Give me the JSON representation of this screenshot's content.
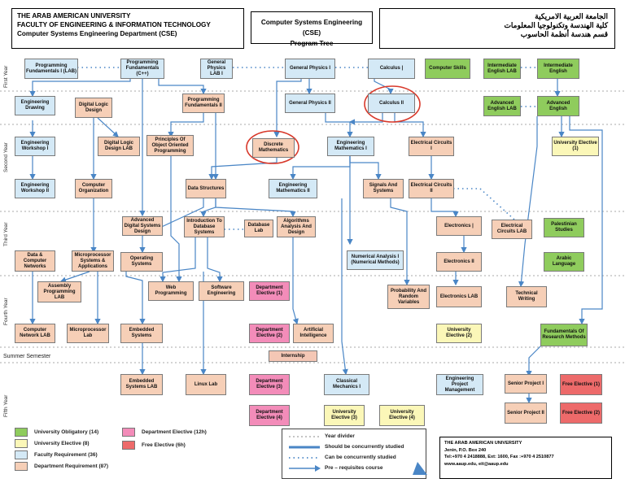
{
  "header": {
    "left_line1": "THE ARAB AMERICAN UNIVERSITY",
    "left_line2": "FACULTY OF ENGINEERING & INFORMATION TECHNOLOGY",
    "left_line3": "Computer Systems Engineering Department (CSE)",
    "mid_line1": "Computer Systems Engineering (CSE)",
    "mid_line2": "Program Tree",
    "right_line1": "الجامعة العربية الامريكية",
    "right_line2": "كلية الهندسة وتكنولوجيا المعلومات",
    "right_line3": "قسم هندسة أنظمة الحاسوب"
  },
  "years": {
    "first": "First Year",
    "second": "Second Year",
    "third": "Third Year",
    "fourth": "Fourth Year",
    "summer": "Summer Semester",
    "fifth": "Fifth Year"
  },
  "courses": {
    "prog1lab": "Programming Fundamentals I (LAB)",
    "prog1": "Programming Fundamentals (C++)",
    "phys1lab": "General Physics LAB I",
    "phys1": "General Physics I",
    "calc1": "Calculus |",
    "compskills": "Computer Skills",
    "englab1": "Intermediate English LAB",
    "eng1": "Intermediate English",
    "engdraw": "Engineering Drawing",
    "dld": "Digital Logic Design",
    "prog2": "Programming Fundamentals II",
    "phys2": "General Physics II",
    "calc2": "Calculus II",
    "advenglab": "Advanced English LAB",
    "adveng": "Advanced English",
    "ws1": "Engineering Workshop I",
    "dldlab": "Digital Logic Design LAB",
    "oop": "Principles Of Object Oriented Programming",
    "discrete": "Discrete Mathematics",
    "engmath1": "Engineering Mathematics I",
    "circ1": "Electrical Circuits I",
    "unielec1": "University Elective (1)",
    "ws2": "Engineering Workshop II",
    "comporg": "Computer Organization",
    "ds": "Data Structures",
    "engmath2": "Engineering Mathematics II",
    "signals": "Signals And Systems",
    "circ2": "Electrical Circuits II",
    "adv_dsd": "Advanced Digital Systems Design",
    "introdb": "Introduction To Database Systems",
    "dblab": "Database Lab",
    "algo": "Algorithms Analysis And Design",
    "electronics1": "Electronics |",
    "circlab": "Electrical Circuits LAB",
    "palestinian": "Palestinian Studies",
    "datacomm": "Data & Computer Networks",
    "micro": "Microprocessor Systems & Applications",
    "os": "Operating Systems",
    "numerical": "Numerical Analysis I (Numerical Methods)",
    "electronics2": "Electronics II",
    "arabic": "Arabic Language",
    "asm": "Assembly Programming LAB",
    "web": "Web Programming",
    "swe": "Software Engineering",
    "delec1": "Department Elective (1)",
    "prob": "Probability And Random Variables",
    "electlab": "Electronics LAB",
    "techwrite": "Technical Writing",
    "netlab": "Computer Network LAB",
    "microlab": "Microprocessor Lab",
    "embedded": "Embedded Systems",
    "delec2": "Department Elective (2)",
    "ai": "Artificial Intelligence",
    "unielec2": "University Elective (2)",
    "research": "Fundamentals Of Research Methods",
    "internship": "Internship",
    "embeddedlab": "Embedded Systems LAB",
    "linuxlab": "Linux Lab",
    "delec3": "Department Elective (3)",
    "classical": "Classical Mechanics I",
    "epm": "Engineering Project Management",
    "senior1": "Senior Project I",
    "freeelec1": "Free Elective (1)",
    "delec4": "Department Elective (4)",
    "unielec3": "University Elective (3)",
    "unielec4": "University Elective (4)",
    "senior2": "Senior Project II",
    "freeelec2": "Free Elective (2)"
  },
  "legend": {
    "uob": "University Obligatory (14)",
    "uel": "University Elective (8)",
    "fac": "Faculty Requirement (36)",
    "dep": "Department Requirement (87)",
    "delec": "Department Elective (12h)",
    "fre": "Free Elective (6h)"
  },
  "key": {
    "divider": "Year divider",
    "concurrent": "Should be concurrently studied",
    "can_concurrent": "Can be concurrently studied",
    "prereq": "Pre – requisites course"
  },
  "contact": {
    "name": "THE ARAB AMERICAN UNIVERSITY",
    "address": "Jenin, P.O. Box 240",
    "phone": "Tel:+970 4 2418888, Ext: 1600, Fax :+970 4 2510877",
    "web": "www.aaup.edu, eit@aaup.edu"
  },
  "colors": {
    "faculty": "#d4e9f6",
    "department": "#f6cfb7",
    "uni_obligatory": "#8fcc5d",
    "uni_elective": "#fbf7b8",
    "dept_elective": "#f38cb9",
    "free_elective": "#ed6a6a",
    "arrow": "#4a86c6",
    "circle": "#d8392b"
  }
}
